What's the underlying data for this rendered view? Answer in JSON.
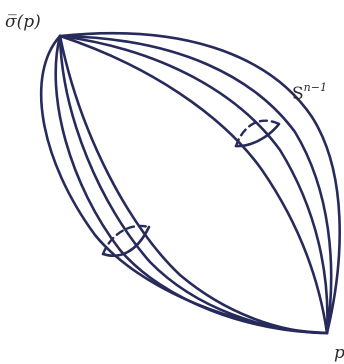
{
  "labels": {
    "top_vertex": "σ̅(p)",
    "sphere": "S",
    "sphere_superscript": "n−1",
    "bottom_vertex": "p"
  },
  "colors": {
    "ink": "#272b5c",
    "text": "#2b2b2b",
    "background": "#ffffff"
  }
}
